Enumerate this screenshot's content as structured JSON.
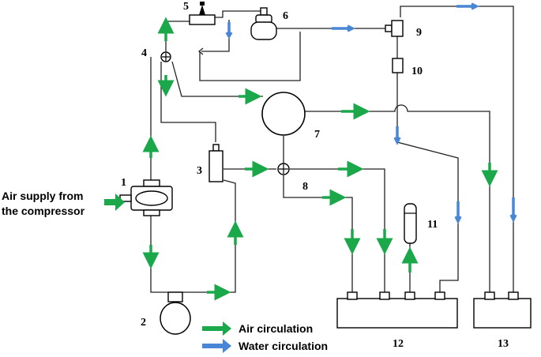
{
  "labels": {
    "c1": "1",
    "c2": "2",
    "c3": "3",
    "c4": "4",
    "c5": "5",
    "c6": "6",
    "c7": "7",
    "c8": "8",
    "c9": "9",
    "c10": "10",
    "c11": "11",
    "c12": "12",
    "c13": "13"
  },
  "supply": {
    "line1": "Air supply from",
    "line2": "the compressor"
  },
  "legend": {
    "air": "Air circulation",
    "water": "Water circulation"
  },
  "colors": {
    "air": "#1aa84a",
    "water": "#4a86d6",
    "pipe": "#222222"
  }
}
